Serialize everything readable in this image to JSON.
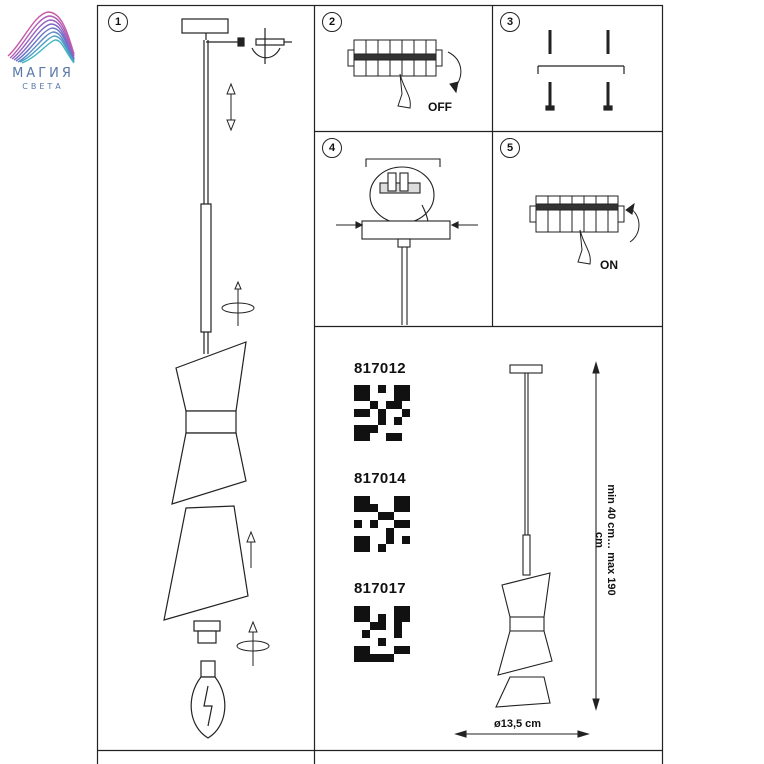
{
  "brand": {
    "name": "МАГИЯ",
    "tagline": "СВЕТА"
  },
  "steps": [
    {
      "number": "1"
    },
    {
      "number": "2",
      "label": "OFF"
    },
    {
      "number": "3"
    },
    {
      "number": "4"
    },
    {
      "number": "5",
      "label": "ON"
    }
  ],
  "models": [
    {
      "code": "817012"
    },
    {
      "code": "817014"
    },
    {
      "code": "817017"
    }
  ],
  "dimensions": {
    "height": "min 40 cm… max 190 cm",
    "diameter": "ø13,5 cm"
  }
}
